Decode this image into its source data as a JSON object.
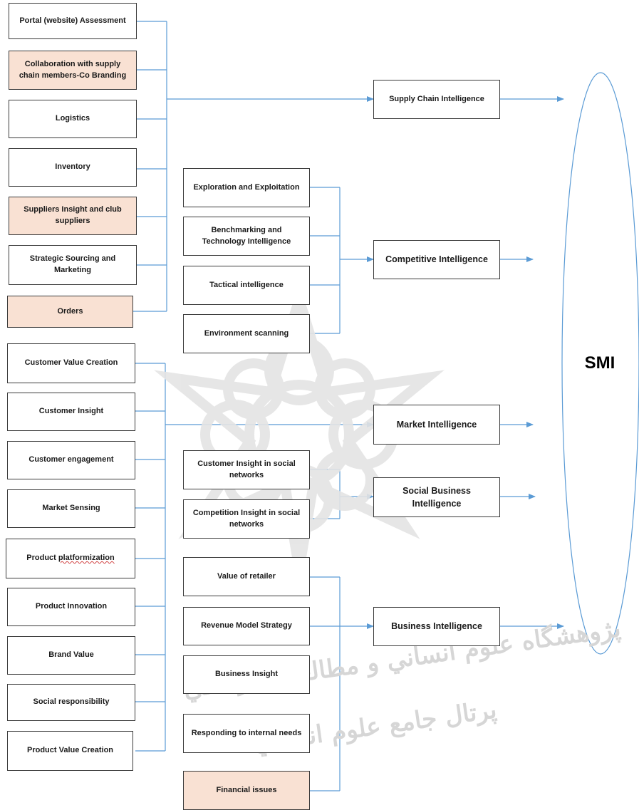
{
  "diagram": {
    "left_column_top": [
      {
        "label": "Portal (website) Assessment",
        "highlight": false
      },
      {
        "label": "Collaboration with supply chain members-Co Branding",
        "highlight": true
      },
      {
        "label": "Logistics",
        "highlight": false
      },
      {
        "label": "Inventory",
        "highlight": false
      },
      {
        "label": "Suppliers Insight and club suppliers",
        "highlight": true
      },
      {
        "label": "Strategic Sourcing and Marketing",
        "highlight": false
      },
      {
        "label": "Orders",
        "highlight": true
      }
    ],
    "left_column_bottom": [
      {
        "label": "Customer Value Creation"
      },
      {
        "label": "Customer Insight"
      },
      {
        "label": "Customer engagement"
      },
      {
        "label": "Market Sensing"
      },
      {
        "label": "Product platformization"
      },
      {
        "label": "Product Innovation"
      },
      {
        "label": "Brand Value"
      },
      {
        "label": "Social responsibility"
      },
      {
        "label": "Product Value Creation"
      }
    ],
    "middle_competitive": [
      {
        "label": "Exploration and Exploitation"
      },
      {
        "label": "Benchmarking and Technology Intelligence"
      },
      {
        "label": "Tactical intelligence"
      },
      {
        "label": "Environment scanning"
      }
    ],
    "middle_social": [
      {
        "label": "Customer Insight in social networks"
      },
      {
        "label": "Competition Insight in social networks"
      }
    ],
    "middle_business": [
      {
        "label": "Value of retailer",
        "highlight": false
      },
      {
        "label": "Revenue Model Strategy",
        "highlight": false
      },
      {
        "label": "Business Insight",
        "highlight": false
      },
      {
        "label": "Responding to internal needs",
        "highlight": false
      },
      {
        "label": "Financial issues",
        "highlight": true
      }
    ],
    "intelligence": {
      "supply_chain": "Supply Chain Intelligence",
      "competitive": "Competitive Intelligence",
      "market": "Market Intelligence",
      "social_business": "Social Business Intelligence",
      "business": "Business Intelligence"
    },
    "target": "SMI",
    "colors": {
      "connector": "#5b9bd5",
      "highlight": "#f9e1d3",
      "border": "#3a3a3a"
    }
  }
}
